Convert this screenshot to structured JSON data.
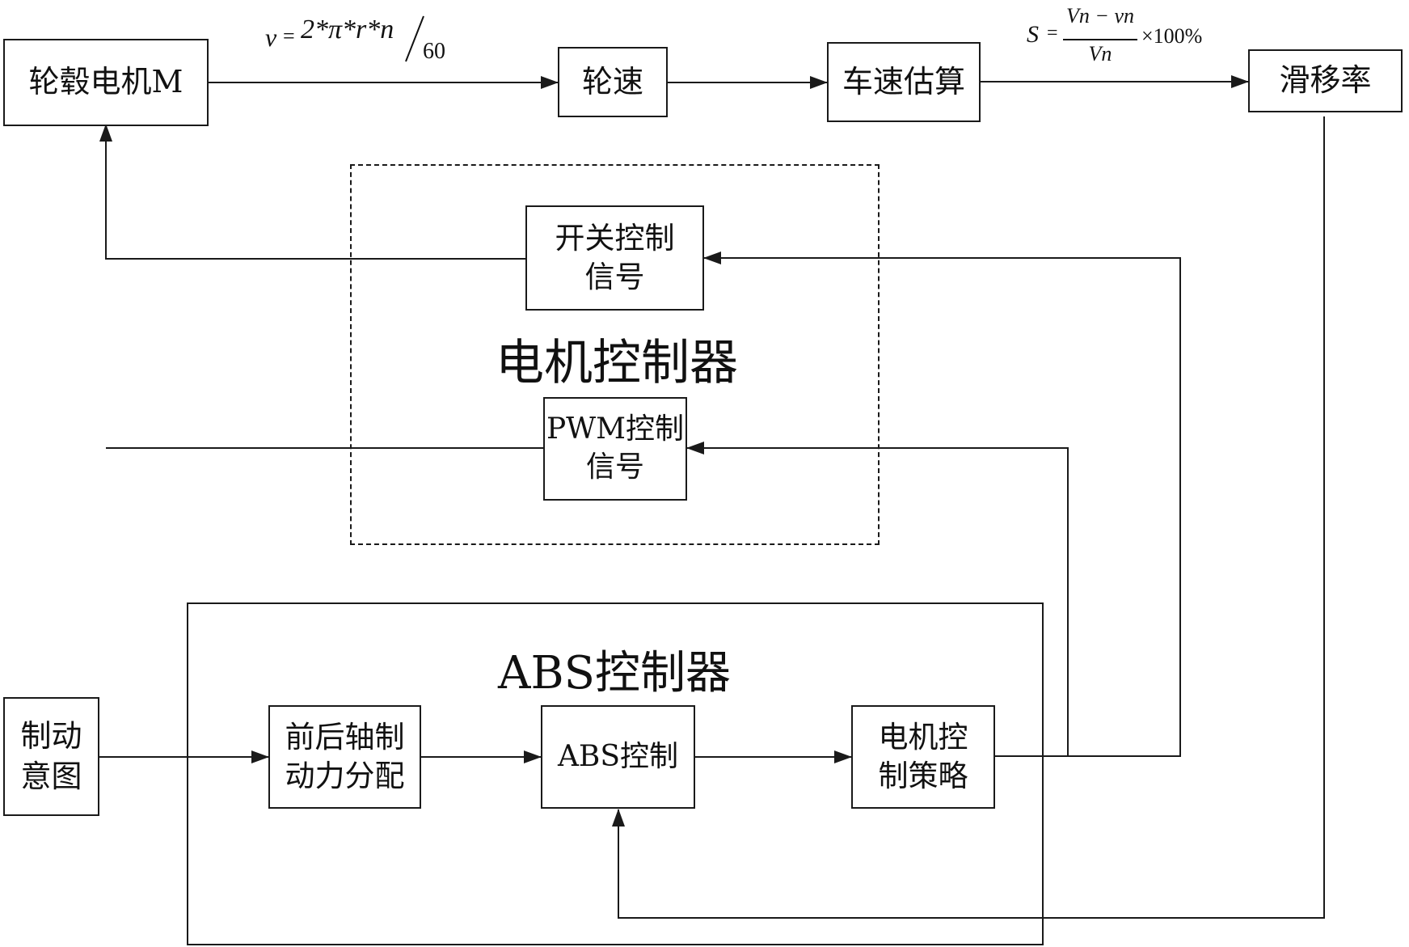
{
  "nodes": {
    "hub_motor": "轮毂电机M",
    "wheel_speed": "轮速",
    "vehicle_speed_est": "车速估算",
    "slip_rate": "滑移率",
    "switch_signal": "开关控制\n信号",
    "pwm_signal": "PWM控制\n信号",
    "braking_intent": "制动\n意图",
    "axle_distribution": "前后轴制\n动力分配",
    "abs_control": "ABS控制",
    "motor_strategy": "电机控\n制策略"
  },
  "groups": {
    "motor_controller": "电机控制器",
    "abs_controller": "ABS控制器"
  },
  "formulas": {
    "wheel_speed": {
      "lhs": "v",
      "eq": "=",
      "expr": "2*π*r*n",
      "divisor": "60"
    },
    "slip": {
      "lhs": "S",
      "eq": "=",
      "numerator": "Vn − vn",
      "denominator": "Vn",
      "suffix": "×100%"
    }
  },
  "colors": {
    "line": "#1a1a1a",
    "text": "#111111",
    "background": "#ffffff"
  }
}
